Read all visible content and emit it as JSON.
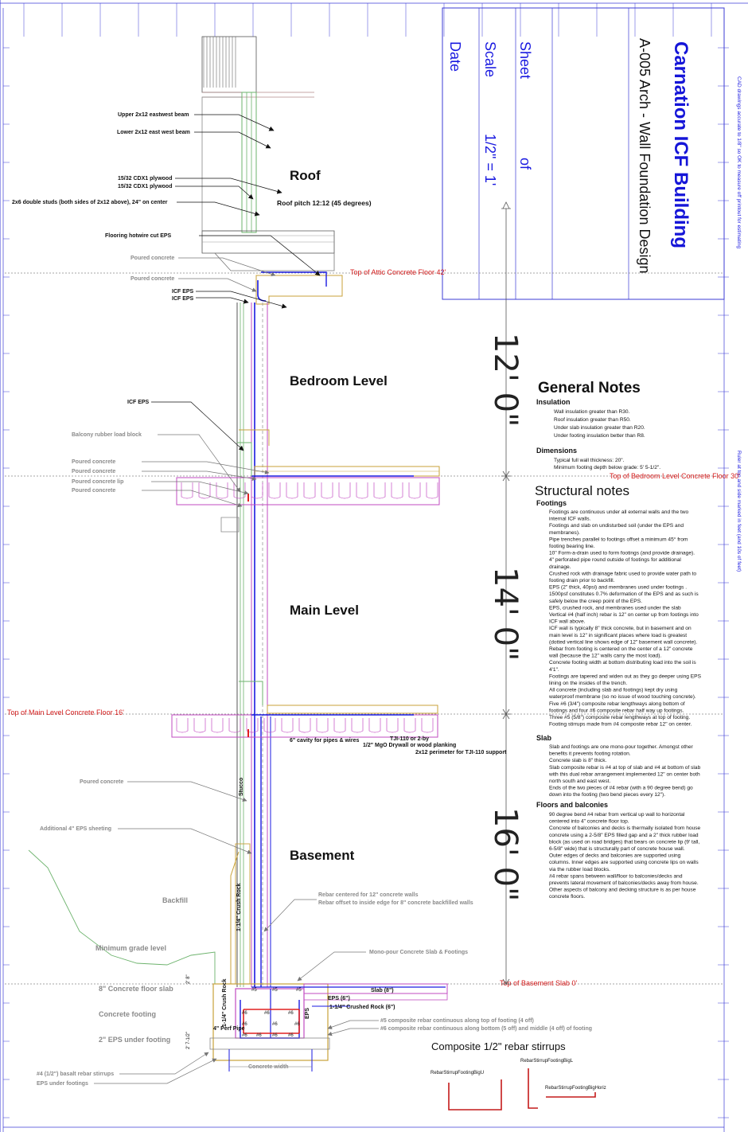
{
  "title_block": {
    "building": "Carnation ICF Building",
    "sheet_title": "A-005 Arch - Wall Foundation Design",
    "sheet_label": "Sheet",
    "of_label": "of",
    "scale_label": "Scale",
    "scale_value": "1/2\" = 1'",
    "date_label": "Date"
  },
  "ruler_notes": {
    "top": "CAD drawings accurate to 1/8\" so OK to measure off printout for estimating",
    "side": "Ruler at top and side marked in feet (and 10s of feet)"
  },
  "levels": {
    "roof": "Roof",
    "roof_pitch": "Roof pitch 12:12 (45 degrees)",
    "bedroom": "Bedroom Level",
    "main": "Main Level",
    "basement": "Basement"
  },
  "floor_lines": {
    "attic": "Top of Attic Concrete Floor  42'",
    "bedroom": "Top of Bedroom Level Concrete Floor  30'",
    "main": "Top of Main Level Concrete Floor  16'",
    "basement": "Top of Basement Slab  0'"
  },
  "dimensions": {
    "upper": "12' 0\"",
    "middle": "14' 0\"",
    "lower": "16' 0\""
  },
  "callouts": {
    "upper_beam": "Upper 2x12 eastwest beam",
    "lower_beam": "Lower 2x12 east west beam",
    "plywood_1": "15/32 CDX1 plywood",
    "plywood_2": "15/32 CDX1 plywood",
    "studs": "2x6 double studs (both sides of 2x12 above), 24\" on center",
    "flooring_eps": "Flooring hotwire cut EPS",
    "poured_1": "Poured concrete",
    "poured_2": "Poured concrete",
    "icf_eps_1": "ICF EPS",
    "icf_eps_2": "ICF EPS",
    "icf_eps_3": "ICF EPS",
    "balcony_block": "Balcony rubber load block",
    "poured_3": "Poured concrete",
    "poured_4": "Poured concrete",
    "poured_lip": "Poured concrete lip",
    "poured_5": "Poured concrete",
    "cavity": "6\" cavity for pipes & wires",
    "tji": "TJI-110 or 2-by",
    "mgo": "1/2\" MgO Drywall or wood planking",
    "perimeter": "2x12 perimeter for TJI-110 support",
    "poured_6": "Poured concrete",
    "stucco": "Stucco",
    "eps_sheeting": "Additional 4\" EPS sheeting",
    "backfill": "Backfill",
    "crush_rock_wall": "1-1/4\" Crush Rock",
    "rebar_center": "Rebar centered for 12\" concrete walls",
    "rebar_offset": "Rebar offset to inside edge for 8\" concrete backfilled walls",
    "min_grade": "Minimum grade level",
    "monopour": "Mono-pour Concrete Slab & Footings",
    "floor_slab": "8\" Concrete floor slab",
    "footing": "Concrete footing",
    "eps_under": "2\" EPS under footing",
    "slab8": "Slab (8\")",
    "eps6": "EPS (6\")",
    "crushed_rock": "1-1/4\" Crushed Rock (6\")",
    "crush_rock_side": "1-1/4\" Crush Rock",
    "perf_pipe": "4\" Perf Pipe",
    "eps_side": "EPS",
    "rebar5_top": "#5 composite rebar continuous along top of footing (4 off)",
    "rebar6_bottom": "#6 composite rebar continuous along bottom (5 off) and middle (4 off) of footing",
    "basalt_stirrups": "#4 (1/2\") basalt rebar stirrups",
    "eps_under_footings": "EPS under footings",
    "concrete_width": "Concrete width",
    "dim_2_8": "2' 8\"",
    "dim_2_7": "2' 7-1/2\""
  },
  "general_notes": {
    "title": "General Notes",
    "insulation_heading": "Insulation",
    "insulation": [
      "Wall insulation greater than R30.",
      "Roof insulation greater than R50.",
      "Under slab insulation greater than R20.",
      "Under footing insulation better than R8."
    ],
    "dimensions_heading": "Dimensions",
    "dimensions": [
      "Typical full wall thickness:  20\".",
      "Minimum footing depth below grade:  5' 5-1/2\"."
    ]
  },
  "structural_notes": {
    "title": "Structural notes",
    "footings_heading": "Footings",
    "footings": [
      "Footings are continuous under all external walls and the two",
      "internal ICF walls.",
      "Footings and slab on undisturbed soil (under the EPS and",
      "membranes).",
      "Pipe trenches parallel to footings offset a minimum 45° from",
      "footing bearing line.",
      "10\" Form-a-drain used to form footings (and provide drainage).",
      "4\" perforated pipe round outside of footings for additional",
      "drainage.",
      "Crushed rock with drainage fabric used to provide water path to",
      "footing drain prior to backfill.",
      "EPS (2\" thick, 40psi) and membranes used under footings .",
      "1500psf constitutes 0.7% deformation of the EPS and as such is",
      "safely below the creep point of the EPS.",
      "EPS, crushed rock, and membranes used under the slab",
      "Vertical #4 (half inch) rebar is 12\" on center up from footings into",
      "ICF wall above.",
      "ICF wall is typically 8\" thick concrete, but in basement and on",
      "main level is 12\" in significant places where load is greatest",
      "(dotted vertical line shows edge of 12\" basement wall concrete).",
      "Rebar from footing is centered on the center of a 12\" concrete",
      "wall (because the 12\" walls carry the most load).",
      "Concrete footing width at bottom distributing load into the soil is",
      "4'1\".",
      "Footings are tapered and widen out as they go deeper using EPS",
      "lining on the insides of the trench.",
      "All concrete (including slab and footings) kept dry using",
      "waterproof membrane (so no issue of wood touching concrete).",
      "Five #6 (3/4\") composite rebar lengthways along bottom of",
      "footings and four #6 composite rebar half way up footings.",
      "Three #5 (5/8\") composite rebar lengthways at top of footing.",
      "Footing stirrups made from #4 composite rebar 12\" on center."
    ],
    "slab_heading": "Slab",
    "slab": [
      "Slab and footings are one mono-pour together.  Amongst other",
      "benefits it prevents footing rotation.",
      "Concrete slab is 8\" thick.",
      "Slab composite rebar is #4 at top of slab and #4 at bottom of slab",
      "with this dual rebar arrangement implemented 12\" on center both",
      "north south and east west.",
      "Ends of the two pieces of #4 rebar (with a 90 degree bend) go",
      "down into the footing (two bend pieces every 12\")."
    ],
    "floors_heading": "Floors and balconies",
    "floors": [
      "90 degree bend #4 rebar from vertical up wall to horizontal",
      "centered into 4\" concrete floor top.",
      "Concrete of balconies and decks is thermally isolated from house",
      "concrete using a 2-5/8\" EPS filled gap and a 2\" thick rubber load",
      "block (as used on road bridges) that bears on concrete lip (9' tall,",
      "6-5/8\" wide) that is structurally part of concrete house wall.",
      "Outer edges of decks and balconies are supported using",
      "columns.  Inner edges are supported using concrete lips on walls",
      "via the rubber load blocks.",
      "#4 rebar spans between wall/floor to balconies/decks and",
      "prevents lateral movement of balconies/decks away from house.",
      "Other aspects of balcony and decking structure is as per house",
      "concrete floors."
    ]
  },
  "stirrups": {
    "title": "Composite 1/2\" rebar stirrups",
    "big_u": "RebarStirrupFootingBigU",
    "big_l": "RebarStirrupFootingBigL",
    "big_horiz": "RebarStirrupFootingBigHoriz"
  },
  "rebar_tags": [
    "#5",
    "#5",
    "#5",
    "#6",
    "#6",
    "#6",
    "#6",
    "#6",
    "#6",
    "#6",
    "#6",
    "#6",
    "#6"
  ]
}
